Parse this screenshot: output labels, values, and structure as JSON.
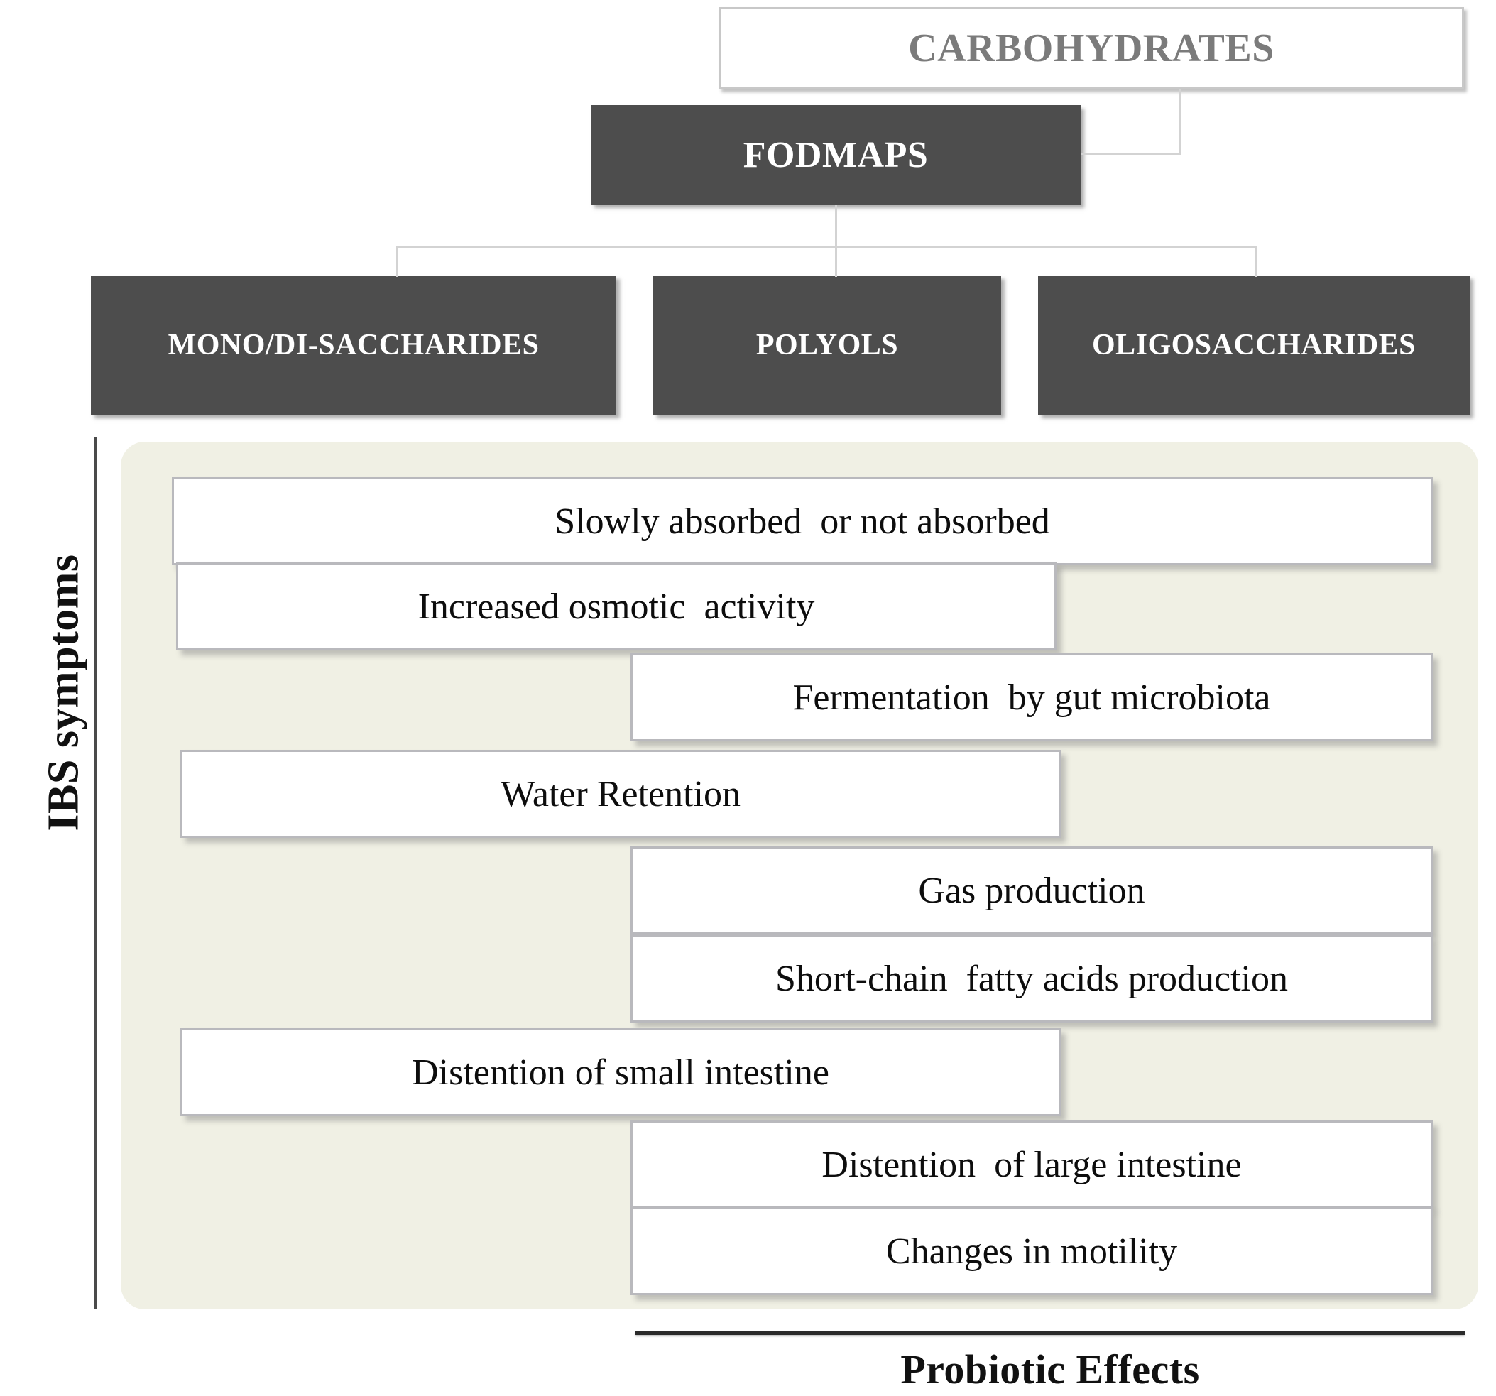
{
  "diagram": {
    "title_top": "CARBOHYDRATES",
    "hierarchy": {
      "root": "CARBOHYDRATES",
      "level2": "FODMAPS",
      "level3": [
        "MONO/DI-SACCHARIDES",
        "POLYOLS",
        "OLIGOSACCHARIDES"
      ]
    },
    "axis_left_label": "IBS symptoms",
    "axis_bottom_label": "Probiotic Effects",
    "cascade_steps": [
      {
        "label": "Slowly absorbed  or not absorbed",
        "align": "wide"
      },
      {
        "label": "Increased osmotic  activity",
        "align": "left"
      },
      {
        "label": "Fermentation  by gut microbiota",
        "align": "right"
      },
      {
        "label": "Water Retention",
        "align": "left"
      },
      {
        "label": "Gas production",
        "align": "right"
      },
      {
        "label": "Short-chain  fatty acids production",
        "align": "right"
      },
      {
        "label": "Distention of small intestine",
        "align": "left"
      },
      {
        "label": "Distention  of large intestine",
        "align": "right"
      },
      {
        "label": "Changes in motility",
        "align": "right"
      }
    ],
    "colors": {
      "dark_node": "#4d4d4d",
      "light_node_text": "#7b7b7b",
      "panel_beige": "#f0f0e4",
      "connector": "#d3d3d3",
      "axis_line": "#4a4a4a"
    }
  }
}
